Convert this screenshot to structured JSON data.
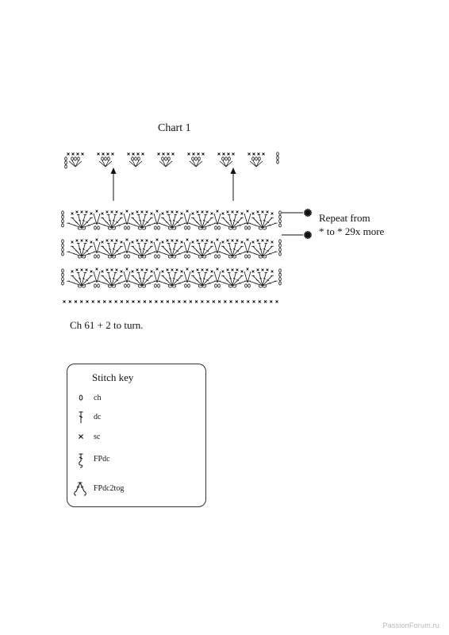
{
  "chart": {
    "title": "Chart 1",
    "repeat_note": [
      "Repeat from",
      "* to * 29x more"
    ],
    "foundation": "Ch 61 + 2 to turn.",
    "fan_repeats": 7,
    "fan_rows": 3,
    "marker_count": 2
  },
  "stitch_key": {
    "title": "Stitch key",
    "items": [
      {
        "symbol": "ch-symbol",
        "label": "ch"
      },
      {
        "symbol": "dc-symbol",
        "label": "dc"
      },
      {
        "symbol": "sc-symbol",
        "label": "sc"
      },
      {
        "symbol": "fpdc-symbol",
        "label": "FPdc"
      },
      {
        "symbol": "fpdc2tog-symbol",
        "label": "FPdc2tog"
      }
    ]
  },
  "watermark": "PassionForum.ru",
  "colors": {
    "ink": "#111111",
    "watermark": "#b8b8b8"
  }
}
